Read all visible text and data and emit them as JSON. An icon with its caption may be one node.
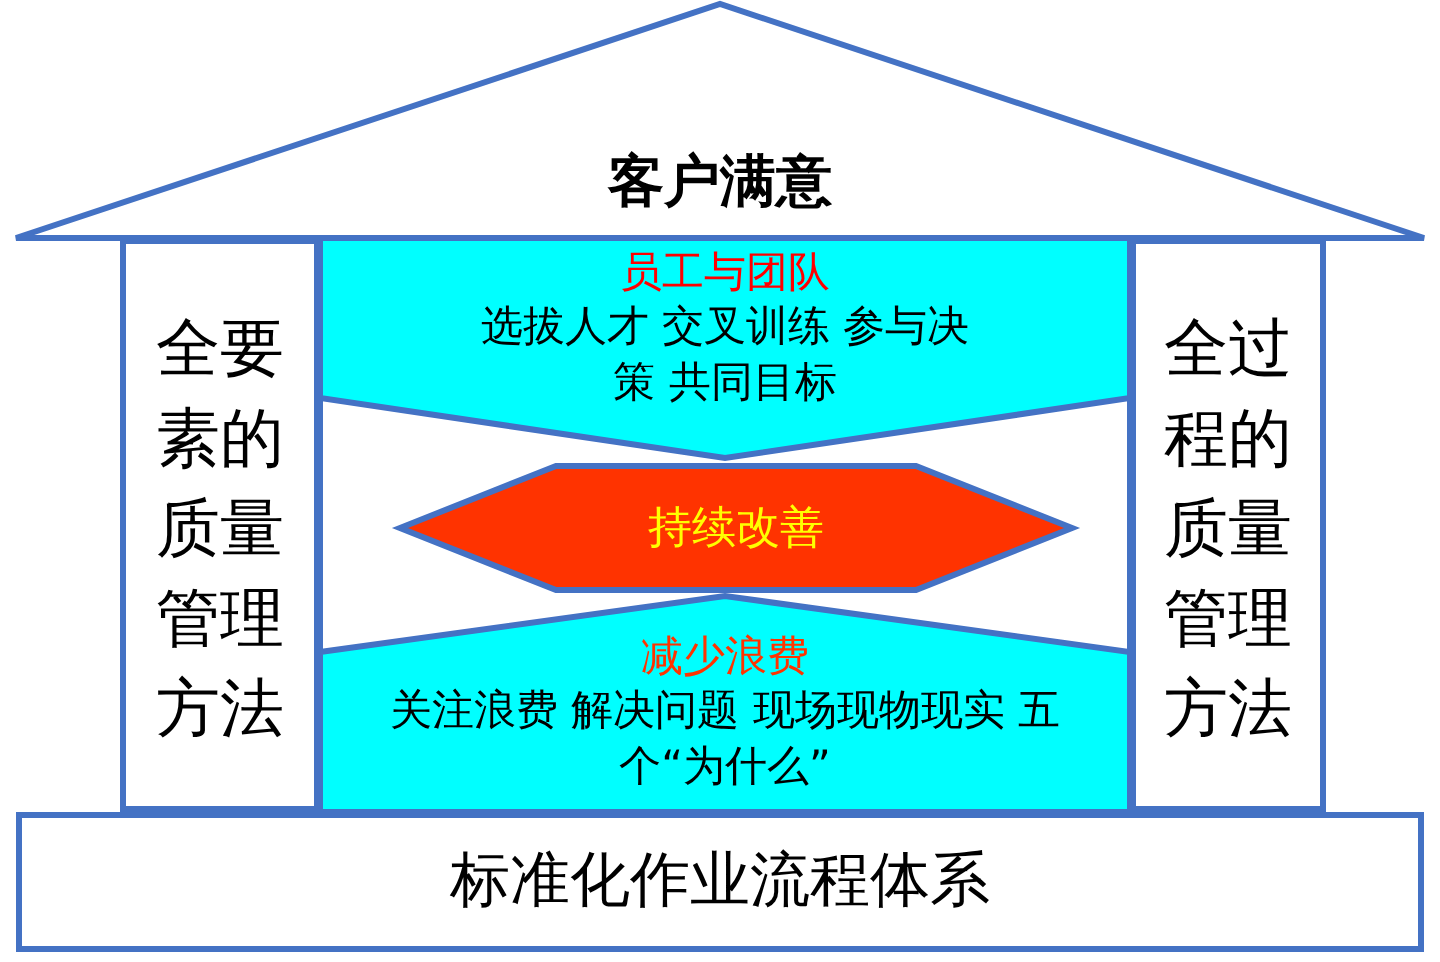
{
  "diagram": {
    "nodes": [
      {
        "text": [
          "客户满意"
        ]
      },
      {
        "text": [
          "全要素的质量管理方法"
        ]
      },
      {
        "text": [
          "员工与团队",
          "选拔人才 交叉训练 参与决策 共同目标"
        ]
      },
      {
        "text": [
          "持续改善"
        ]
      },
      {
        "text": [
          "减少浪费",
          "关注浪费 解决问题 现场现物现实 五个“为什么”"
        ]
      },
      {
        "text": [
          "全过程的质量管理方法"
        ]
      },
      {
        "text": [
          "标准化作业流程体系"
        ]
      }
    ]
  }
}
